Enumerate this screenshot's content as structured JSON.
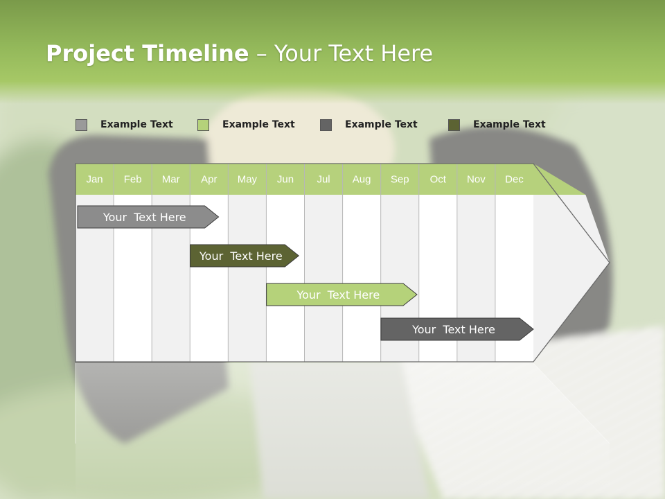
{
  "slide": {
    "title_bold": "Project Timeline",
    "title_rest": " – Your Text Here"
  },
  "legend": [
    {
      "label": "Example Text",
      "color": "#9a9a9a"
    },
    {
      "label": "Example Text",
      "color": "#b5d27a"
    },
    {
      "label": "Example Text",
      "color": "#646464"
    },
    {
      "label": "Example Text",
      "color": "#5c6333"
    }
  ],
  "timeline": {
    "months": [
      "Jan",
      "Feb",
      "Mar",
      "Apr",
      "May",
      "Jun",
      "Jul",
      "Aug",
      "Sep",
      "Oct",
      "Nov",
      "Dec"
    ],
    "header_color": "#b6d17c",
    "tasks": [
      {
        "label": "Your  Text Here",
        "start": 0.0,
        "end": 3.75,
        "color": "#8c8c8c",
        "text_color": "#ffffff"
      },
      {
        "label": "Your  Text Here",
        "start": 2.95,
        "end": 5.85,
        "color": "#5c6333",
        "text_color": "#ffffff"
      },
      {
        "label": "Your  Text Here",
        "start": 4.95,
        "end": 8.95,
        "color": "#b5d27a",
        "text_color": "#ffffff"
      },
      {
        "label": "Your  Text Here",
        "start": 7.95,
        "end": 12.0,
        "color": "#646464",
        "text_color": "#ffffff"
      }
    ]
  }
}
